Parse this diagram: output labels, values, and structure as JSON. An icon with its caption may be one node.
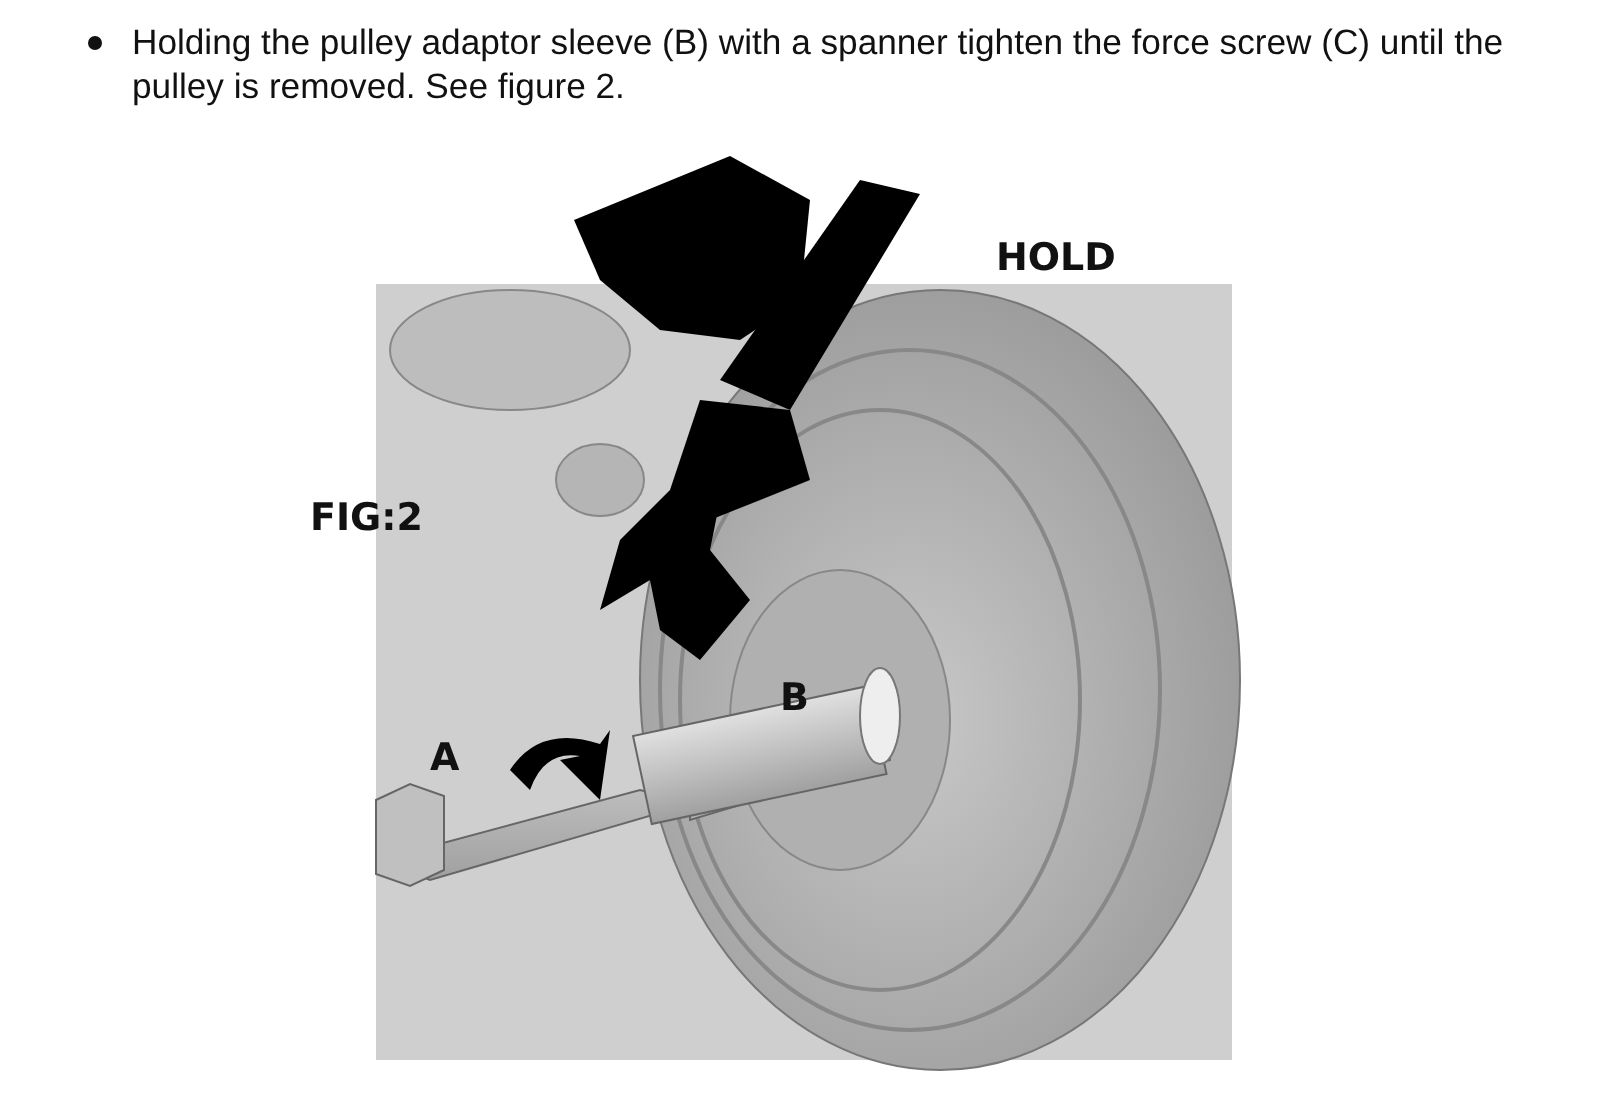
{
  "diagram": {
    "labels": [
      "Holding the pulley adaptor sleeve (B) with a spanner tighten the force screw (C) until the pulley is removed. See figure 2.",
      "HOLD",
      "FIG:2",
      "A",
      "B"
    ]
  }
}
